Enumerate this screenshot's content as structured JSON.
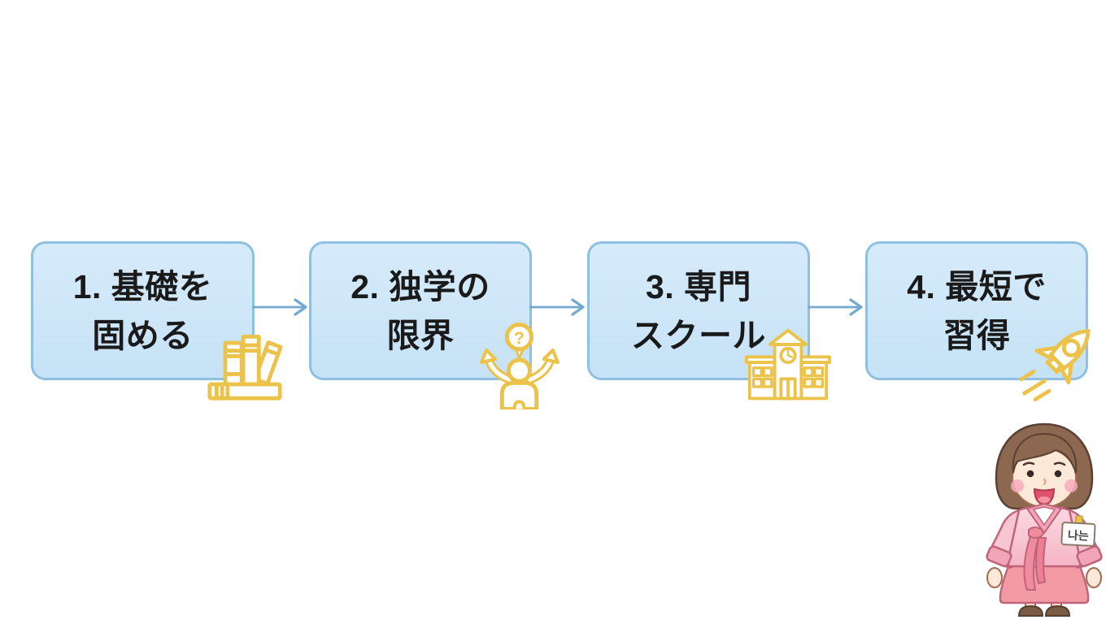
{
  "diagram": {
    "steps": [
      {
        "line1": "1. 基礎を",
        "line2": "固める",
        "icon": "books"
      },
      {
        "line1": "2. 独学の",
        "line2": "限界",
        "icon": "person-question"
      },
      {
        "line1": "3. 専門",
        "line2": "スクール",
        "icon": "school-building"
      },
      {
        "line1": "4. 最短で",
        "line2": "習得",
        "icon": "rocket"
      }
    ]
  },
  "icons": {
    "question_mark": "?"
  },
  "character": {
    "name_tag": "나는"
  },
  "colors": {
    "background": "#ffffff",
    "box_fill": "#c9e4f7",
    "box_border": "#8fc0e1",
    "arrow": "#74a9cf",
    "icon_outline": "#ecc34a",
    "text": "#1a1a1a",
    "hanbok_top": "#f8c6d2",
    "hanbok_skirt": "#f29ba4"
  }
}
